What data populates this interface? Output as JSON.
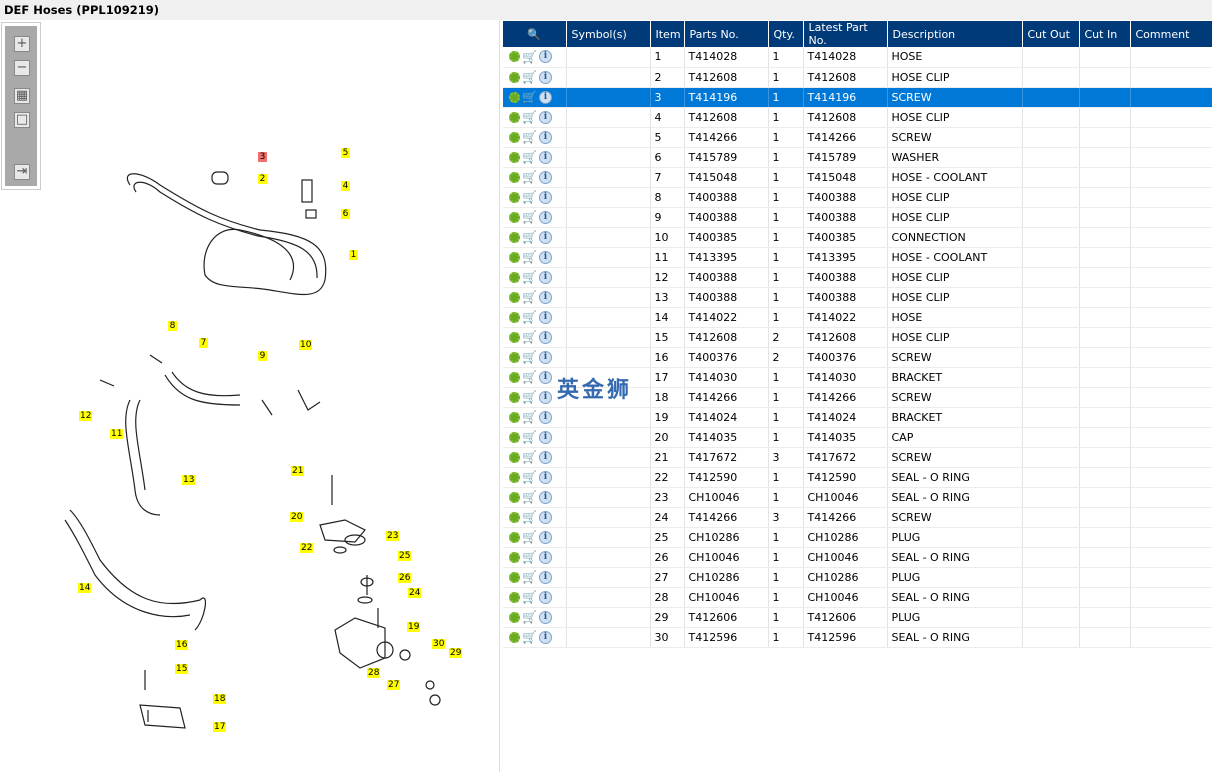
{
  "window_title": "DEF Hoses (PPL109219)",
  "toolbar": {
    "zoom_in": "+",
    "zoom_out": "−",
    "fit": "▦",
    "actual": "□",
    "export": "⇥"
  },
  "callouts": [
    "1",
    "2",
    "3",
    "4",
    "5",
    "6",
    "7",
    "8",
    "9",
    "10",
    "11",
    "12",
    "13",
    "14",
    "15",
    "16",
    "17",
    "18",
    "19",
    "20",
    "21",
    "22",
    "23",
    "24",
    "25",
    "26",
    "27",
    "28",
    "29",
    "30"
  ],
  "columns": [
    "",
    "Symbol(s)",
    "Item",
    "Parts No.",
    "Qty.",
    "Latest Part No.",
    "Description",
    "Cut Out",
    "Cut In",
    "Comment"
  ],
  "selected_item": "3",
  "watermark": "英金狮",
  "rows": [
    [
      "1",
      "T414028",
      "1",
      "T414028",
      "HOSE"
    ],
    [
      "2",
      "T412608",
      "1",
      "T412608",
      "HOSE CLIP"
    ],
    [
      "3",
      "T414196",
      "1",
      "T414196",
      "SCREW"
    ],
    [
      "4",
      "T412608",
      "1",
      "T412608",
      "HOSE CLIP"
    ],
    [
      "5",
      "T414266",
      "1",
      "T414266",
      "SCREW"
    ],
    [
      "6",
      "T415789",
      "1",
      "T415789",
      "WASHER"
    ],
    [
      "7",
      "T415048",
      "1",
      "T415048",
      "HOSE - COOLANT"
    ],
    [
      "8",
      "T400388",
      "1",
      "T400388",
      "HOSE CLIP"
    ],
    [
      "9",
      "T400388",
      "1",
      "T400388",
      "HOSE CLIP"
    ],
    [
      "10",
      "T400385",
      "1",
      "T400385",
      "CONNECTION"
    ],
    [
      "11",
      "T413395",
      "1",
      "T413395",
      "HOSE - COOLANT"
    ],
    [
      "12",
      "T400388",
      "1",
      "T400388",
      "HOSE CLIP"
    ],
    [
      "13",
      "T400388",
      "1",
      "T400388",
      "HOSE CLIP"
    ],
    [
      "14",
      "T414022",
      "1",
      "T414022",
      "HOSE"
    ],
    [
      "15",
      "T412608",
      "2",
      "T412608",
      "HOSE CLIP"
    ],
    [
      "16",
      "T400376",
      "2",
      "T400376",
      "SCREW"
    ],
    [
      "17",
      "T414030",
      "1",
      "T414030",
      "BRACKET"
    ],
    [
      "18",
      "T414266",
      "1",
      "T414266",
      "SCREW"
    ],
    [
      "19",
      "T414024",
      "1",
      "T414024",
      "BRACKET"
    ],
    [
      "20",
      "T414035",
      "1",
      "T414035",
      "CAP"
    ],
    [
      "21",
      "T417672",
      "3",
      "T417672",
      "SCREW"
    ],
    [
      "22",
      "T412590",
      "1",
      "T412590",
      "SEAL - O RING"
    ],
    [
      "23",
      "CH10046",
      "1",
      "CH10046",
      "SEAL - O RING"
    ],
    [
      "24",
      "T414266",
      "3",
      "T414266",
      "SCREW"
    ],
    [
      "25",
      "CH10286",
      "1",
      "CH10286",
      "PLUG"
    ],
    [
      "26",
      "CH10046",
      "1",
      "CH10046",
      "SEAL - O RING"
    ],
    [
      "27",
      "CH10286",
      "1",
      "CH10286",
      "PLUG"
    ],
    [
      "28",
      "CH10046",
      "1",
      "CH10046",
      "SEAL - O RING"
    ],
    [
      "29",
      "T412606",
      "1",
      "T412606",
      "PLUG"
    ],
    [
      "30",
      "T412596",
      "1",
      "T412596",
      "SEAL - O RING"
    ]
  ]
}
